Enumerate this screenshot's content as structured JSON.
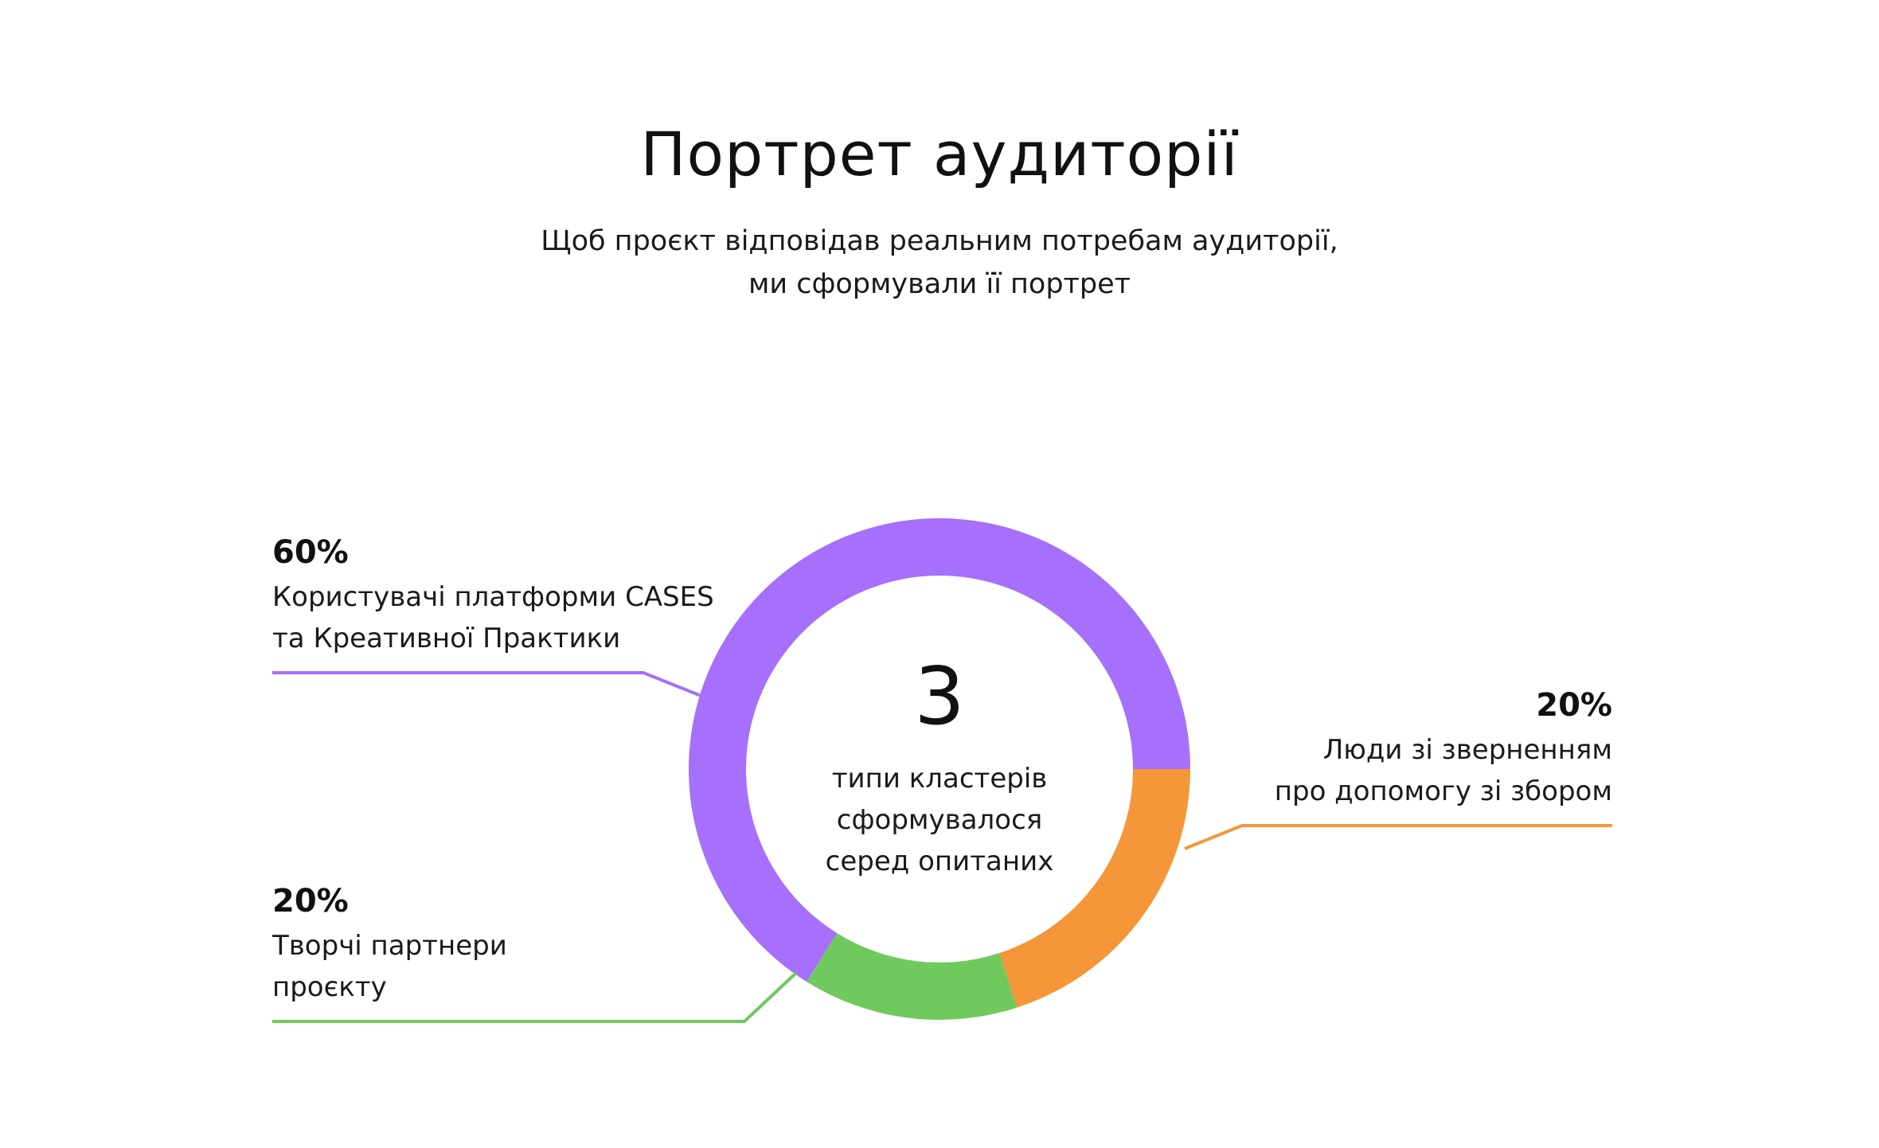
{
  "header": {
    "title": "Портрет аудиторії",
    "subtitle_lines": [
      "Щоб проєкт відповідав реальним потребам аудиторії,",
      "ми сформували її портрет"
    ]
  },
  "center": {
    "number": "3",
    "label_lines": [
      "типи кластерів",
      "сформувалося",
      "серед опитаних"
    ]
  },
  "chart_data": {
    "type": "pie",
    "donut": true,
    "slices": [
      {
        "value": 60,
        "percent_label": "60%",
        "label_lines": [
          "Користувачі платформи CASES",
          "та Креативної Практики"
        ],
        "color": "#A66FFC"
      },
      {
        "value": 20,
        "percent_label": "20%",
        "label_lines": [
          "Люди зі зверненням",
          "про допомогу зі збором"
        ],
        "color": "#F59638"
      },
      {
        "value": 20,
        "percent_label": "20%",
        "label_lines": [
          "Творчі партнери",
          "проєкту"
        ],
        "color": "#70C95C"
      }
    ]
  }
}
